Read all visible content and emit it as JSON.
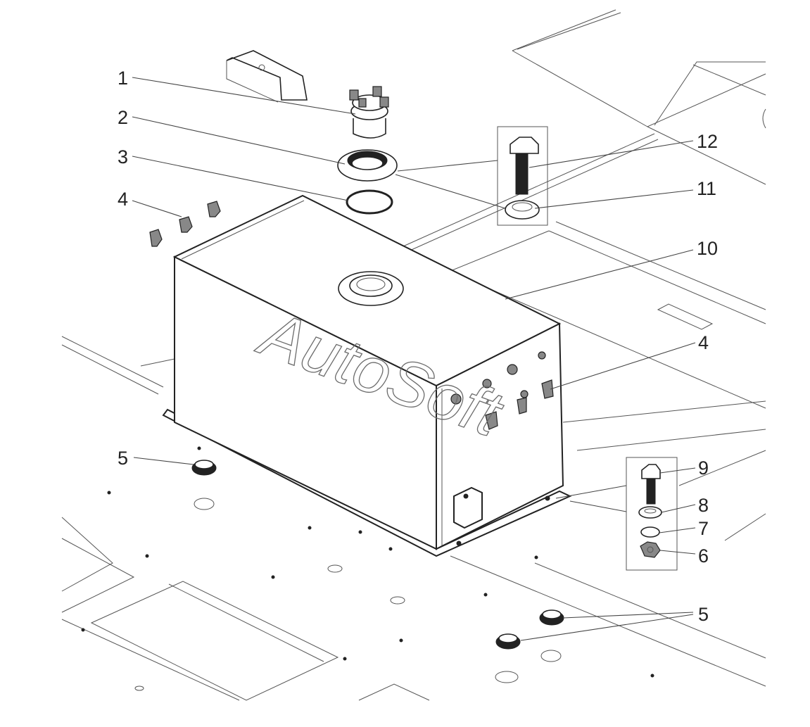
{
  "watermark": "AutoSoft",
  "callouts": {
    "c1": "1",
    "c2": "2",
    "c3": "3",
    "c4a": "4",
    "c4b": "4",
    "c5a": "5",
    "c5b": "5",
    "c6": "6",
    "c7": "7",
    "c8": "8",
    "c9": "9",
    "c10": "10",
    "c11": "11",
    "c12": "12"
  }
}
